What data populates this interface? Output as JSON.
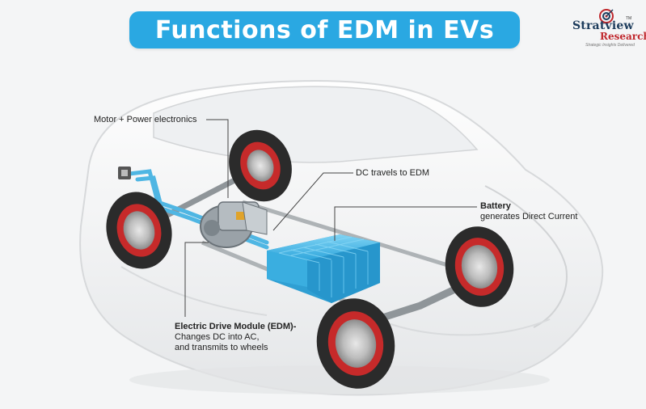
{
  "title": "Functions of EDM in EVs",
  "logo": {
    "brand_line1": "Stratview",
    "brand_line2": "Research",
    "tagline": "Strategic Insights Delivered",
    "trademark": "TM"
  },
  "labels": {
    "motor": "Motor + Power electronics",
    "dc_travels": "DC travels to EDM",
    "battery_title": "Battery",
    "battery_desc": "generates Direct Current",
    "edm_title": "Electric Drive Module (EDM)-",
    "edm_line2": "Changes DC into AC,",
    "edm_line3": "and transmits to wheels"
  },
  "colors": {
    "title_bg": "#2aa8e2",
    "cable_blue": "#4fb6e3",
    "battery_blue": "#3fb4e6",
    "tire": "#2b2b2b",
    "rim_red": "#c62a2a",
    "logo_navy": "#1d3c5c",
    "logo_red": "#c0282d"
  },
  "icons": [
    "logo-target-icon"
  ]
}
